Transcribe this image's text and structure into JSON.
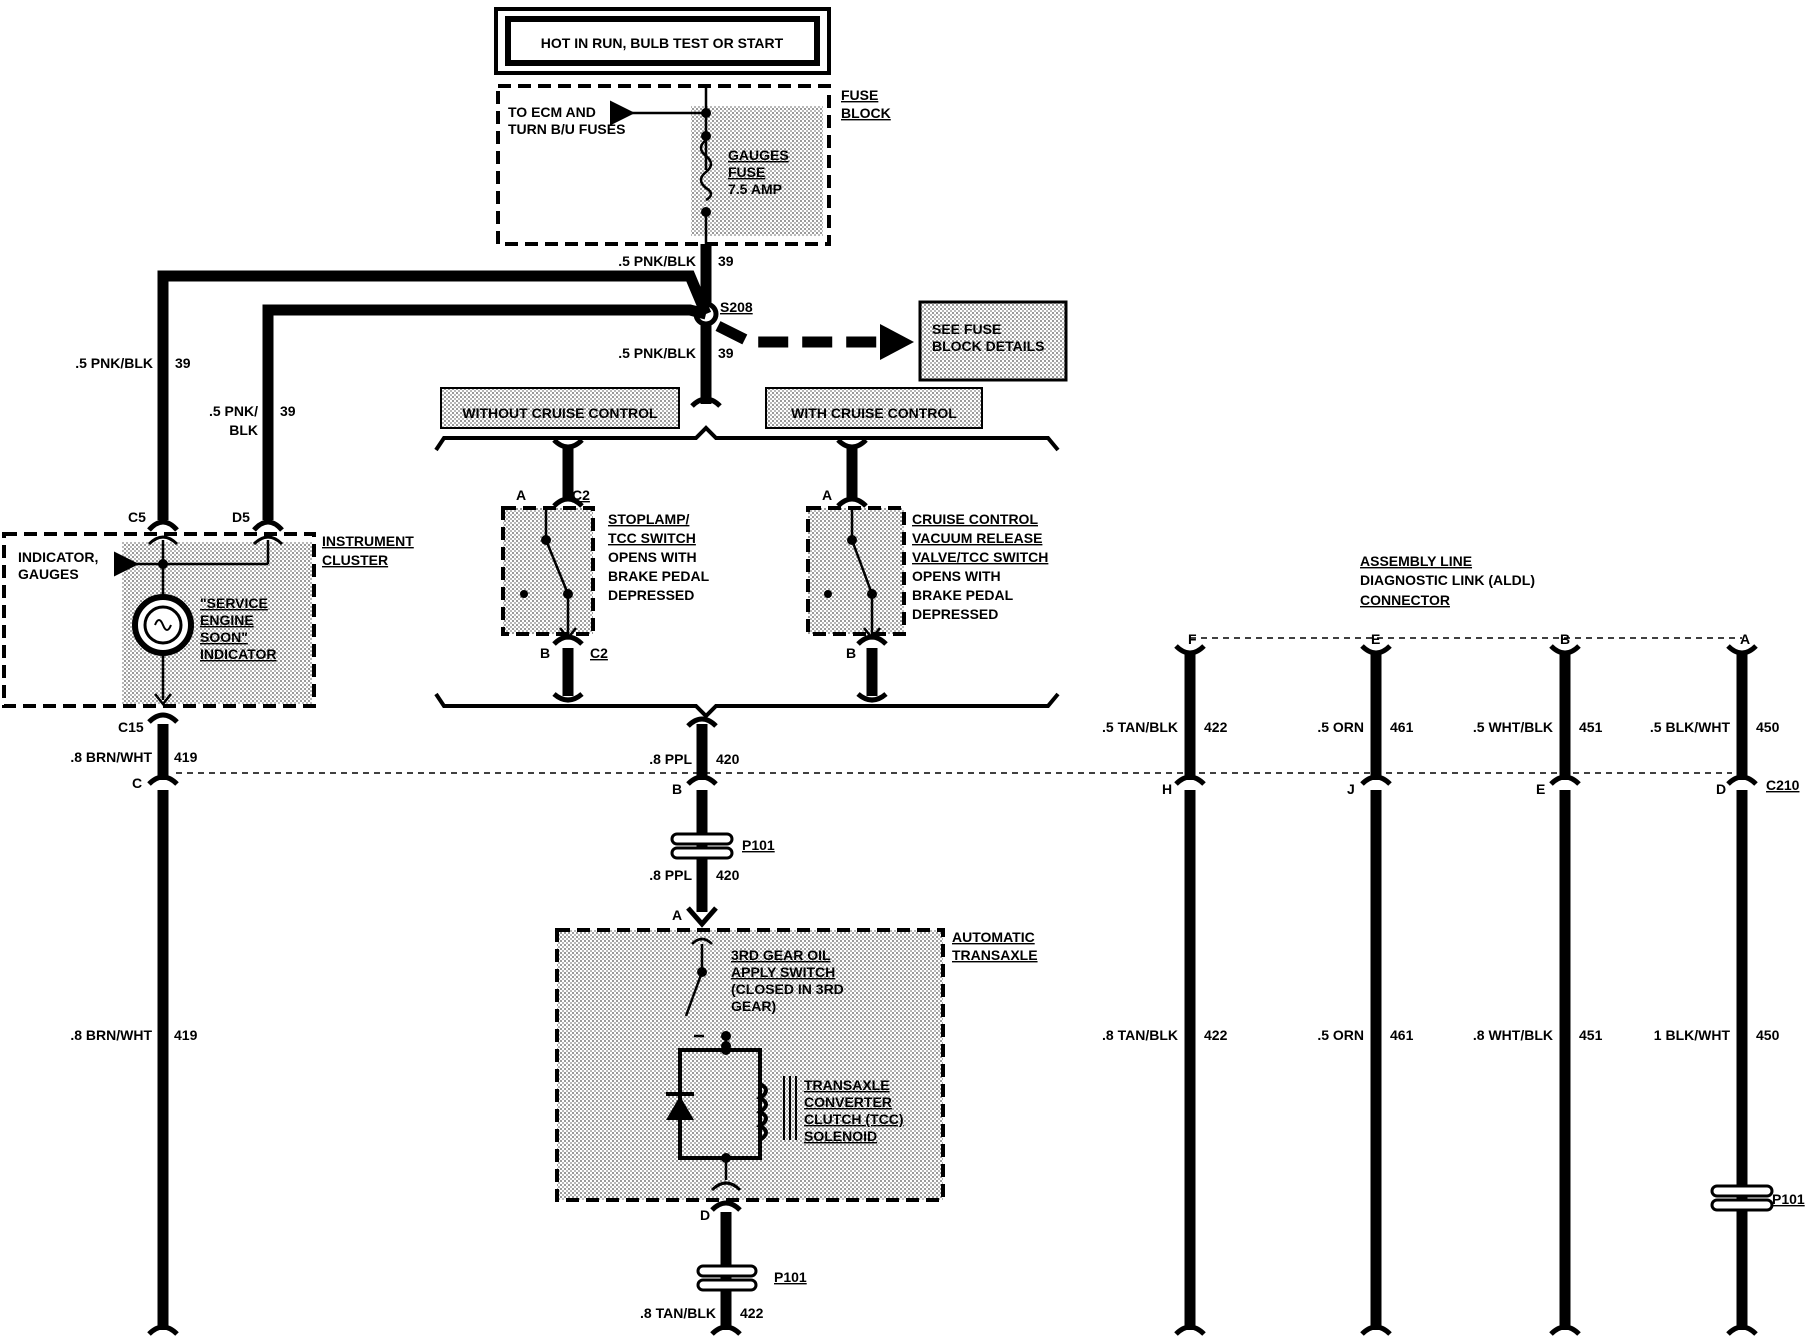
{
  "power_source": "HOT IN RUN, BULB TEST OR START",
  "fuse_block": {
    "title_1": "FUSE",
    "title_2": "BLOCK",
    "ecm_1": "TO ECM AND",
    "ecm_2": "TURN B/U FUSES",
    "fuse_1": "GAUGES",
    "fuse_2": "FUSE",
    "fuse_3": "7.5 AMP"
  },
  "wires": {
    "w_top": ".5 PNK/BLK",
    "w_top_num": "39",
    "w_s208_below": ".5 PNK/BLK",
    "w_s208_below_num": "39",
    "w_left_outer": ".5 PNK/BLK",
    "w_left_outer_num": "39",
    "w_left_inner_1": ".5 PNK/",
    "w_left_inner_2": "BLK",
    "w_left_inner_num": "39",
    "w_brn_1": ".8 BRN/WHT",
    "w_brn_1_num": "419",
    "w_brn_2": ".8 BRN/WHT",
    "w_brn_2_num": "419",
    "w_ppl_1": ".8 PPL",
    "w_ppl_1_num": "420",
    "w_ppl_2": ".8 PPL",
    "w_ppl_2_num": "420",
    "w_tan_bottom": ".8 TAN/BLK",
    "w_tan_bottom_num": "422"
  },
  "splice": {
    "name": "S208"
  },
  "see_fuse": {
    "line_1": "SEE FUSE",
    "line_2": "BLOCK DETAILS"
  },
  "options": {
    "without_cruise": "WITHOUT CRUISE  CONTROL",
    "with_cruise": "WITH CRUISE CONTROL"
  },
  "stoplamp_switch": {
    "l1": "STOPLAMP/",
    "l2": "TCC SWITCH",
    "l3": "OPENS WITH",
    "l4": "BRAKE PEDAL",
    "l5": "DEPRESSED",
    "pin_a": "A",
    "pin_b": "B",
    "conn_top": "C2",
    "conn_bottom": "C2"
  },
  "cruise_switch": {
    "l1": "CRUISE CONTROL",
    "l2": "VACUUM RELEASE",
    "l3": "VALVE/TCC SWITCH",
    "l4": "OPENS WITH",
    "l5": "BRAKE PEDAL",
    "l6": "DEPRESSED",
    "pin_a": "A",
    "pin_b": "B"
  },
  "instrument_cluster": {
    "title_1": "INSTRUMENT",
    "title_2": "CLUSTER",
    "ind_1": "INDICATOR,",
    "ind_2": "GAUGES",
    "ses_1": "\"SERVICE",
    "ses_2": "ENGINE",
    "ses_3": "SOON\"",
    "ses_4": "INDICATOR",
    "pin_c5": "C5",
    "pin_d5": "D5",
    "pin_c15": "C15"
  },
  "c210": {
    "name": "C210",
    "pin_c": "C",
    "pin_b": "B",
    "pin_h": "H",
    "pin_j": "J",
    "pin_e": "E",
    "pin_d": "D"
  },
  "p101": {
    "name_1": "P101",
    "name_2": "P101",
    "name_3": "P101"
  },
  "aldl": {
    "title_1": "ASSEMBLY LINE",
    "title_2": "DIAGNOSTIC LINK (ALDL)",
    "title_3": "CONNECTOR",
    "pin_f": "F",
    "pin_e": "E",
    "pin_b": "B",
    "pin_a": "A",
    "f_top": ".5 TAN/BLK",
    "f_top_num": "422",
    "e_top": ".5 ORN",
    "e_top_num": "461",
    "b_top": ".5 WHT/BLK",
    "b_top_num": "451",
    "a_top": ".5 BLK/WHT",
    "a_top_num": "450",
    "f_bot": ".8 TAN/BLK",
    "f_bot_num": "422",
    "e_bot": ".5 ORN",
    "e_bot_num": "461",
    "b_bot": ".8 WHT/BLK",
    "b_bot_num": "451",
    "a_bot": "1 BLK/WHT",
    "a_bot_num": "450"
  },
  "transaxle": {
    "title_1": "AUTOMATIC",
    "title_2": "TRANSAXLE",
    "sw_1": "3RD GEAR OIL",
    "sw_2": "APPLY SWITCH",
    "sw_3": "(CLOSED IN 3RD",
    "sw_4": "GEAR)",
    "sol_1": "TRANSAXLE",
    "sol_2": "CONVERTER",
    "sol_3": "CLUTCH (TCC)",
    "sol_4": "SOLENOID",
    "pin_a": "A",
    "pin_d": "D"
  }
}
